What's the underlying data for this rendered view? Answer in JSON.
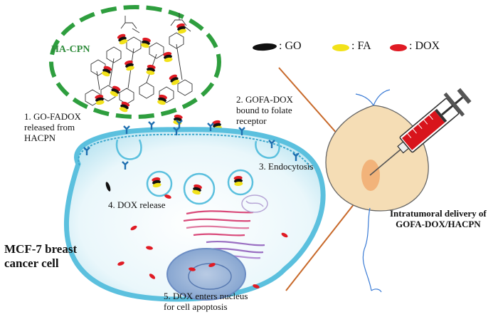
{
  "labels": {
    "hacpn": "HA-CPN",
    "step1": "1. GO-FADOX\nreleased from\nHACPN",
    "step2": "2. GOFA-DOX\nbound to folate\nreceptor",
    "step3": "3. Endocytosis",
    "step4": "4. DOX release",
    "step5": "5. DOX enters nucleus\nfor cell apoptosis",
    "cell": "MCF-7 breast\ncancer cell",
    "delivery": "Intratumoral delivery of\nGOFA-DOX/HACPN"
  },
  "legend": {
    "go": ": GO",
    "fa": ": FA",
    "dox": ": DOX"
  },
  "colors": {
    "go": "#111111",
    "fa": "#f2e21a",
    "dox": "#e01b24",
    "nanoparticle_outline": "#2e9e3e",
    "cell_membrane": "#5bc0de",
    "tumor": "#f5ddb5",
    "syringe_fill": "#d8141c",
    "guide_line": "#c8692a"
  }
}
